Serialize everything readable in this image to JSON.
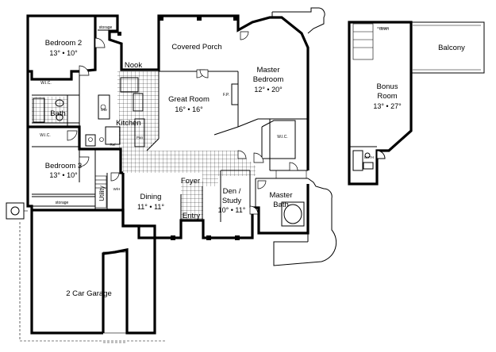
{
  "main_plan": {
    "rooms": [
      {
        "id": "bedroom2",
        "name": "Bedroom 2",
        "dims": "13° • 10°"
      },
      {
        "id": "covered_porch",
        "name": "Covered Porch",
        "dims": ""
      },
      {
        "id": "nook",
        "name": "Nook",
        "dims": ""
      },
      {
        "id": "master_bedroom",
        "name": "Master Bedroom",
        "name_line1": "Master",
        "name_line2": "Bedroom",
        "dims": "12° • 20°"
      },
      {
        "id": "great_room",
        "name": "Great Room",
        "dims": "16° • 16°"
      },
      {
        "id": "bath",
        "name": "Bath",
        "dims": ""
      },
      {
        "id": "kitchen",
        "name": "Kitchen",
        "dims": ""
      },
      {
        "id": "bedroom3",
        "name": "Bedroom 3",
        "dims": "13° • 10°"
      },
      {
        "id": "foyer",
        "name": "Foyer",
        "dims": ""
      },
      {
        "id": "dining",
        "name": "Dining",
        "dims": "11° • 11°"
      },
      {
        "id": "den_study",
        "name": "Den / Study",
        "name_line1": "Den /",
        "name_line2": "Study",
        "dims": "10° • 11°"
      },
      {
        "id": "master_bath",
        "name": "Master Bath",
        "name_line1": "Master",
        "name_line2": "Bath",
        "dims": ""
      },
      {
        "id": "entry",
        "name": "Entry",
        "dims": ""
      },
      {
        "id": "utility",
        "name": "Utility",
        "dims": ""
      },
      {
        "id": "garage",
        "name": "2 Car Garage",
        "dims": ""
      }
    ],
    "small_labels": {
      "storage_top": "storage",
      "storage_bottom": "storage",
      "wic_bed2": "W.I.C.",
      "wic_bed3": "W.I.C.",
      "wic_master": "W.I.C.",
      "fp": "F.P.",
      "ref": "Ref",
      "pan": "Pan",
      "dw": "DW",
      "wh": "W/H"
    }
  },
  "upper_plan": {
    "rooms": [
      {
        "id": "balcony",
        "name": "Balcony",
        "dims": ""
      },
      {
        "id": "bonus_room",
        "name": "Bonus Room",
        "name_line1": "Bonus",
        "name_line2": "Room",
        "dims": "13° • 27°"
      }
    ],
    "small_labels": {
      "down": "down",
      "bath": "BATH"
    }
  }
}
